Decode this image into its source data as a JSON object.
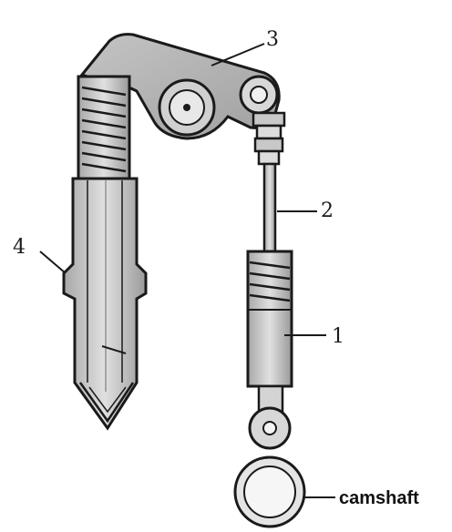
{
  "labels": {
    "rocker_arm": "3",
    "push_rod": "2",
    "injector": "4",
    "plunger": "1",
    "camshaft": "camshaft"
  },
  "colors": {
    "ink": "#1a1a1a",
    "metal_light": "#d8d8d8",
    "metal_mid": "#b4b4b4",
    "metal_dark": "#8c8c8c",
    "paper": "#ffffff"
  }
}
